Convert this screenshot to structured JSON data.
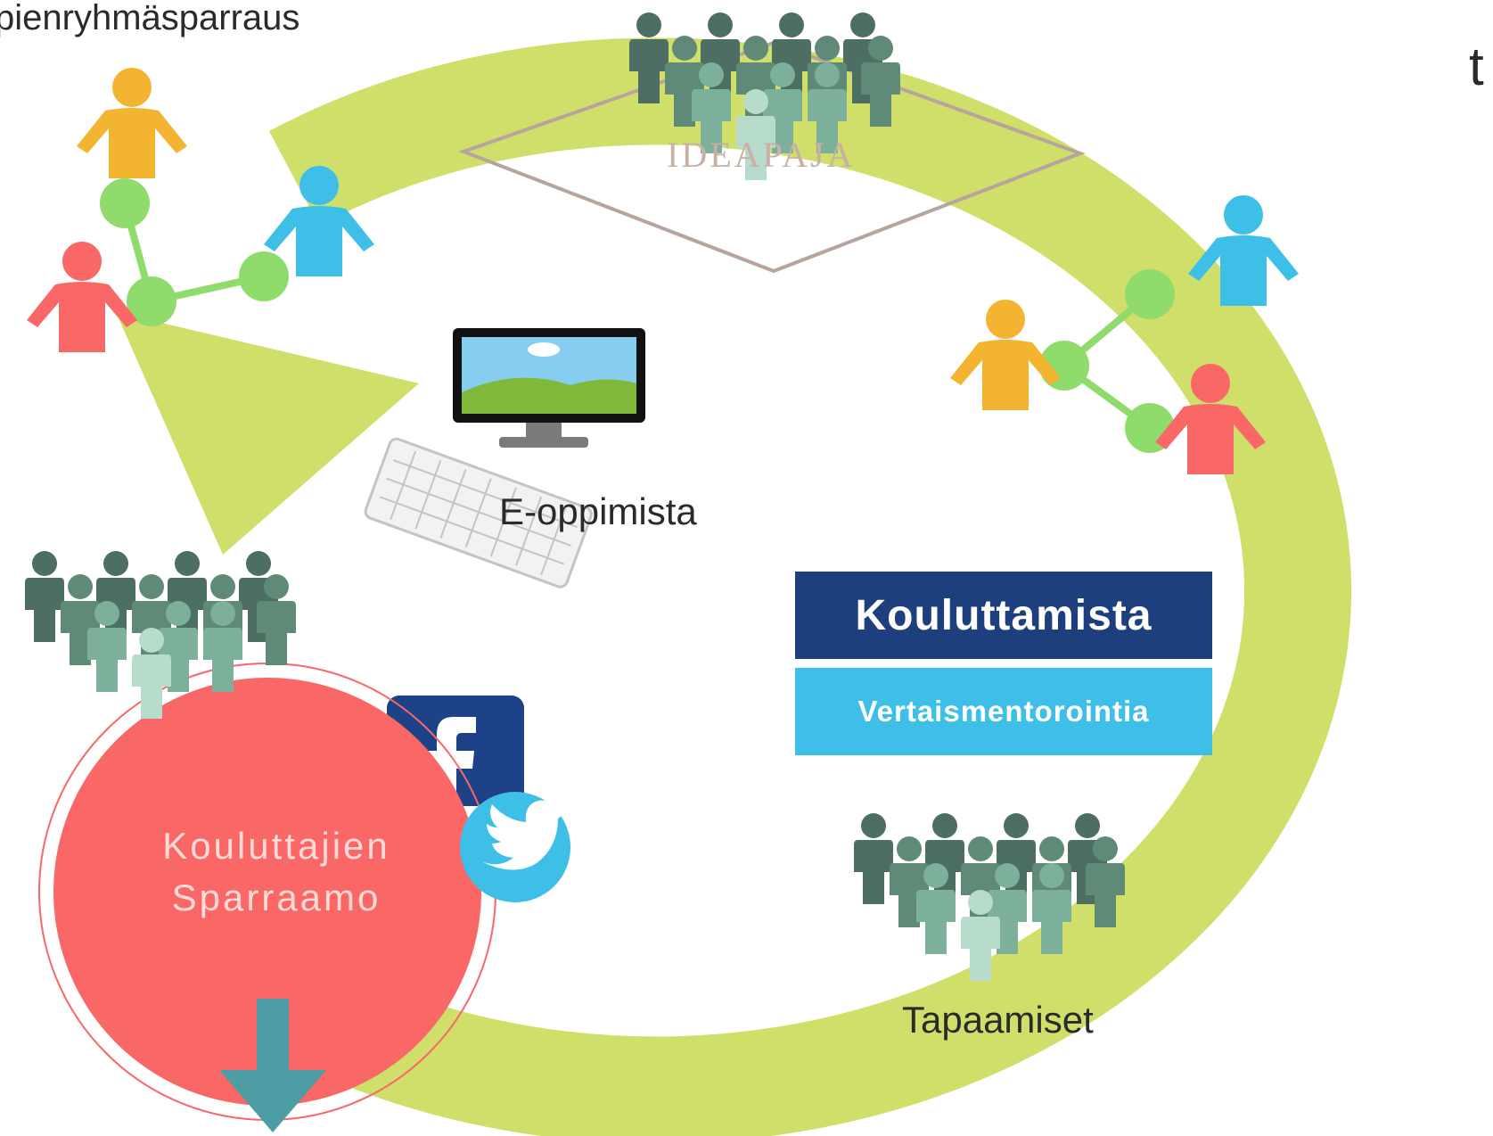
{
  "labels": {
    "pienryhmasparraus": "pienryhmäsparraus",
    "t": "t",
    "ideapaja": "IDEAPAJA",
    "e_oppimista": "E-oppimista",
    "kouluttamista": "Kouluttamista",
    "vertaismentorointia": "Vertaismentorointia",
    "kouluttajien": "Kouluttajien",
    "sparraamo": "Sparraamo",
    "tapaamiset": "Tapaamiset"
  },
  "icons": [
    "person-icon",
    "group-icon",
    "computer-icon",
    "keyboard-icon",
    "facebook-icon",
    "twitter-icon",
    "arrow-down-icon"
  ],
  "colors": {
    "cycle_arrow": "#cfdf6a",
    "kouluttamista_box": "#1e3f7e",
    "vertaismentorointia_box": "#3ebfe8",
    "sparraamo_circle": "#f96767",
    "down_arrow": "#4c9da4",
    "connector": "#8fdc6c",
    "person_yellow": "#f3b431",
    "person_blue": "#3ebfe8",
    "person_red": "#f96767"
  }
}
